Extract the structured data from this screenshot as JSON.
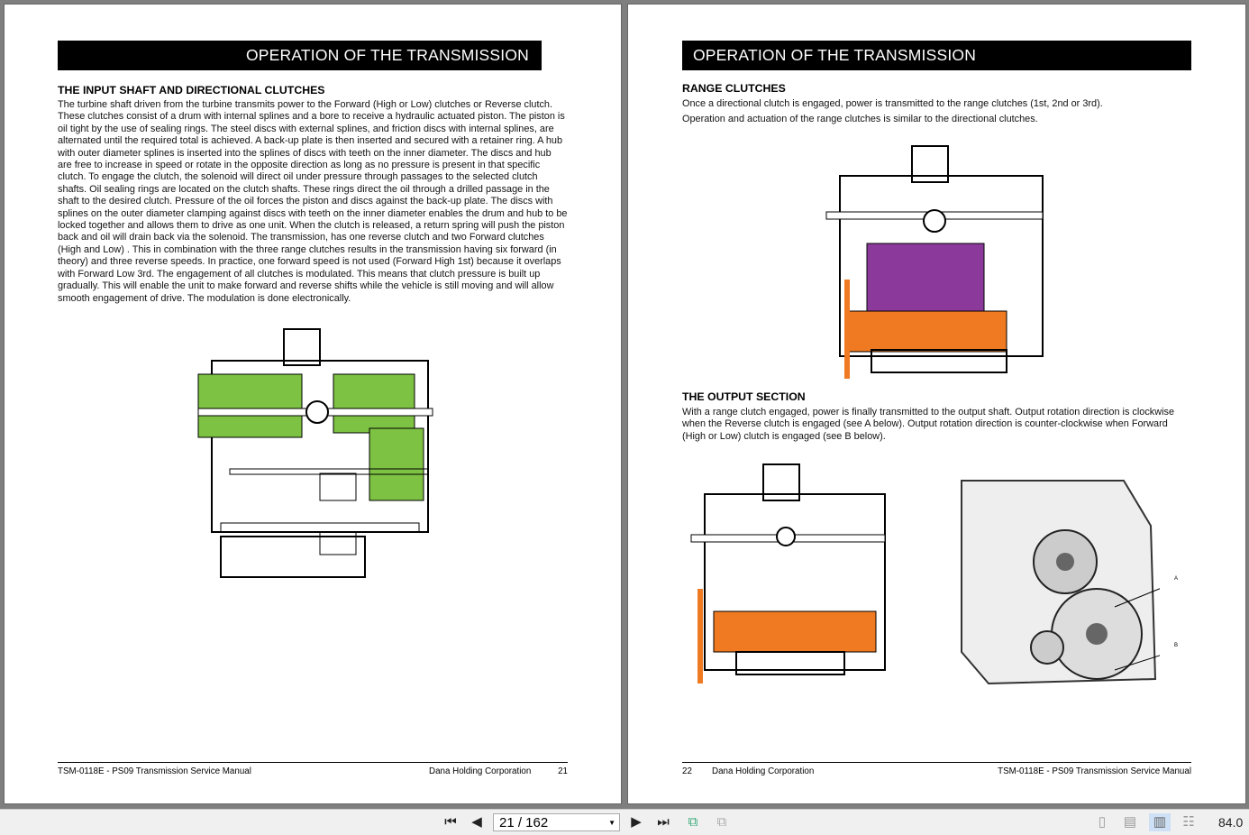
{
  "left_page": {
    "banner": "OPERATION OF THE TRANSMISSION",
    "heading": "THE INPUT SHAFT AND DIRECTIONAL CLUTCHES",
    "paragraph": "The turbine shaft driven from the turbine transmits power to the Forward (High or Low) clutches or Reverse clutch. These clutches consist of a drum with internal splines and a bore to receive a hydraulic actuated piston. The piston is oil tight by the use of sealing rings. The steel discs with external splines, and friction discs with internal splines, are alternated until the required total is achieved. A back-up plate is then inserted and secured with a retainer ring. A hub with outer diameter splines is inserted into the splines of discs with teeth on the inner diameter. The discs and hub are free to increase in speed or rotate in the opposite direction as long as no pressure is present in that specific clutch. To engage the clutch, the solenoid will direct oil under pressure through passages to the selected clutch shafts. Oil sealing rings are located on the clutch shafts. These rings direct the oil through a drilled passage in the shaft to the desired clutch. Pressure of the oil forces the piston and discs against the back-up plate. The discs with splines on the outer diameter clamping against discs with teeth on the inner diameter enables the drum and hub to be locked together and allows them to drive as one unit. When the clutch is released, a return spring will push the piston back and oil will drain back via the solenoid. The transmission, has one reverse clutch and two Forward clutches (High and Low) . This in combination with the three range clutches results in the transmission having six forward (in theory) and three reverse speeds. In practice, one forward speed is not used (Forward High 1st) because it overlaps with Forward Low 3rd. The engagement of all clutches is modulated. This means that clutch pressure is built up gradually. This will enable the unit to make forward and reverse shifts while the vehicle is still moving and will allow smooth engagement of drive. The modulation is done electronically.",
    "footer": {
      "manual": "TSM-0118E - PS09 Transmission Service Manual",
      "company": "Dana Holding Corporation",
      "page": "21"
    }
  },
  "right_page": {
    "banner": "OPERATION OF THE TRANSMISSION",
    "heading1": "RANGE CLUTCHES",
    "para1": "Once a directional clutch is engaged, power is transmitted to the range clutches (1st, 2nd or 3rd).",
    "para2": "Operation and actuation of the range clutches is similar to the directional clutches.",
    "heading2": "THE OUTPUT SECTION",
    "para3": "With a range clutch engaged, power is finally transmitted to the output shaft. Output rotation direction is clockwise when the Reverse clutch is engaged (see A below). Output rotation direction is counter-clockwise when Forward (High or Low) clutch is engaged (see B below).",
    "label_a": "A",
    "label_b": "B",
    "footer": {
      "page": "22",
      "company": "Dana Holding Corporation",
      "manual": "TSM-0118E - PS09 Transmission Service Manual"
    }
  },
  "toolbar": {
    "page_indicator": "21 / 162",
    "zoom": "84.0"
  },
  "colors": {
    "green": "#7dc242",
    "purple": "#8b3a9c",
    "orange": "#f07a22"
  }
}
